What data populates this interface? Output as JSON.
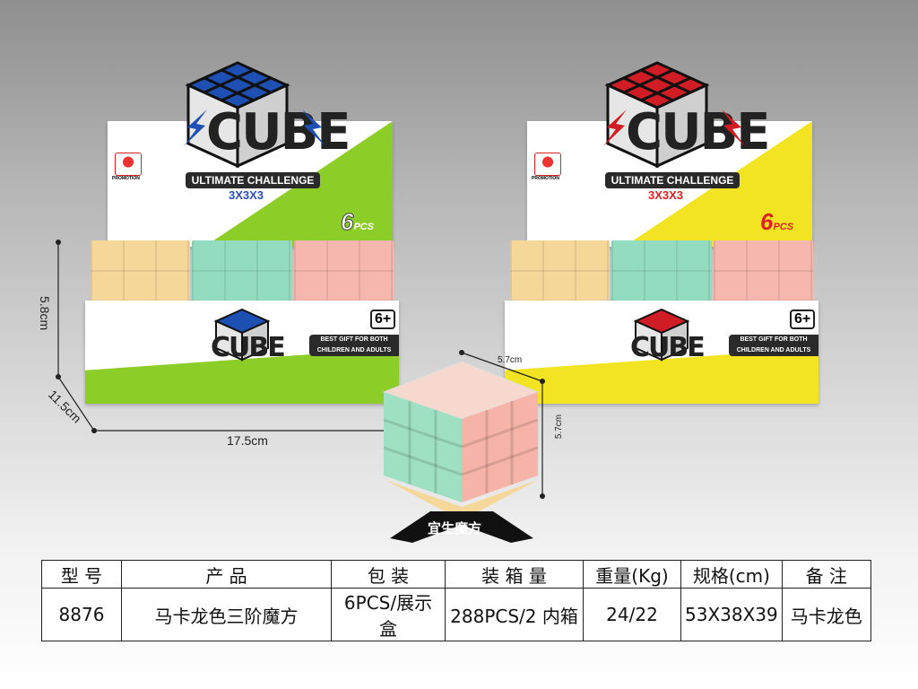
{
  "box_left": {
    "brand": "CUBE",
    "headline": "ULTIMATE CHALLENGE",
    "size": "3X3X3",
    "count": "6",
    "count_unit": "PCS",
    "promo": "PROMOTION",
    "gift_line1": "BEST GIFT FOR BOTH",
    "gift_line2": "CHILDREN AND ADULTS",
    "age": "6+",
    "cube_color": "#1e50b4",
    "accent_color": "#8ccd28"
  },
  "box_right": {
    "brand": "CUBE",
    "headline": "ULTIMATE CHALLENGE",
    "size": "3X3X3",
    "count": "6",
    "count_unit": "PCS",
    "promo": "PROMOTION",
    "gift_line1": "BEST GIFT FOR BOTH",
    "gift_line2": "CHILDREN AND ADULTS",
    "age": "6+",
    "cube_color": "#d01c24",
    "accent_color": "#f2e422"
  },
  "dimensions": {
    "height": "5.8cm",
    "depth": "11.5cm",
    "width": "17.5cm",
    "cube_top": "5.7cm",
    "cube_side": "5.7cm"
  },
  "stand_label": "宜生魔方",
  "table": {
    "headers": [
      "型 号",
      "产 品",
      "包 装",
      "装 箱 量",
      "重量(Kg)",
      "规格(cm)",
      "备 注"
    ],
    "row": [
      "8876",
      "马卡龙色三阶魔方",
      "6PCS/展示盒",
      "288PCS/2 内箱",
      "24/22",
      "53X38X39",
      "马卡龙色"
    ]
  }
}
